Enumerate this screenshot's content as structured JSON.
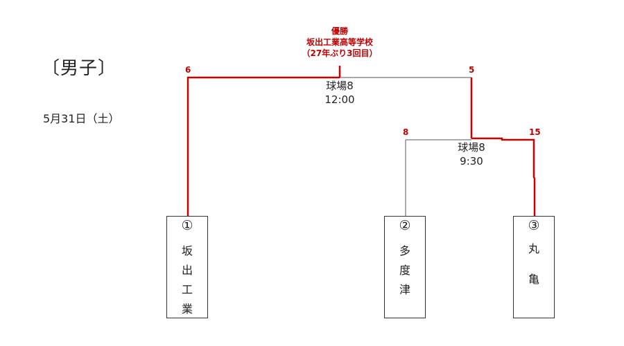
{
  "division": "〔男子〕",
  "date": "5月31日（土）",
  "winner": {
    "line1": "優勝",
    "line2": "坂出工業高等学校",
    "line3": "（27年ぶり3回目）"
  },
  "matches": {
    "final": {
      "venue": "球場8",
      "time": "12:00",
      "score_left": "6",
      "score_right": "5"
    },
    "semifinal": {
      "venue": "球場8",
      "time": "9:30",
      "score_left": "8",
      "score_right": "15"
    }
  },
  "teams": [
    {
      "seed": "①",
      "name": "坂\n出\n工\n業"
    },
    {
      "seed": "②",
      "name": "多\n度\n津"
    },
    {
      "seed": "③",
      "name": "丸\n\n亀"
    }
  ],
  "colors": {
    "winner_line": "#cc0000",
    "normal_line": "#555555",
    "score_text": "#c00000"
  }
}
